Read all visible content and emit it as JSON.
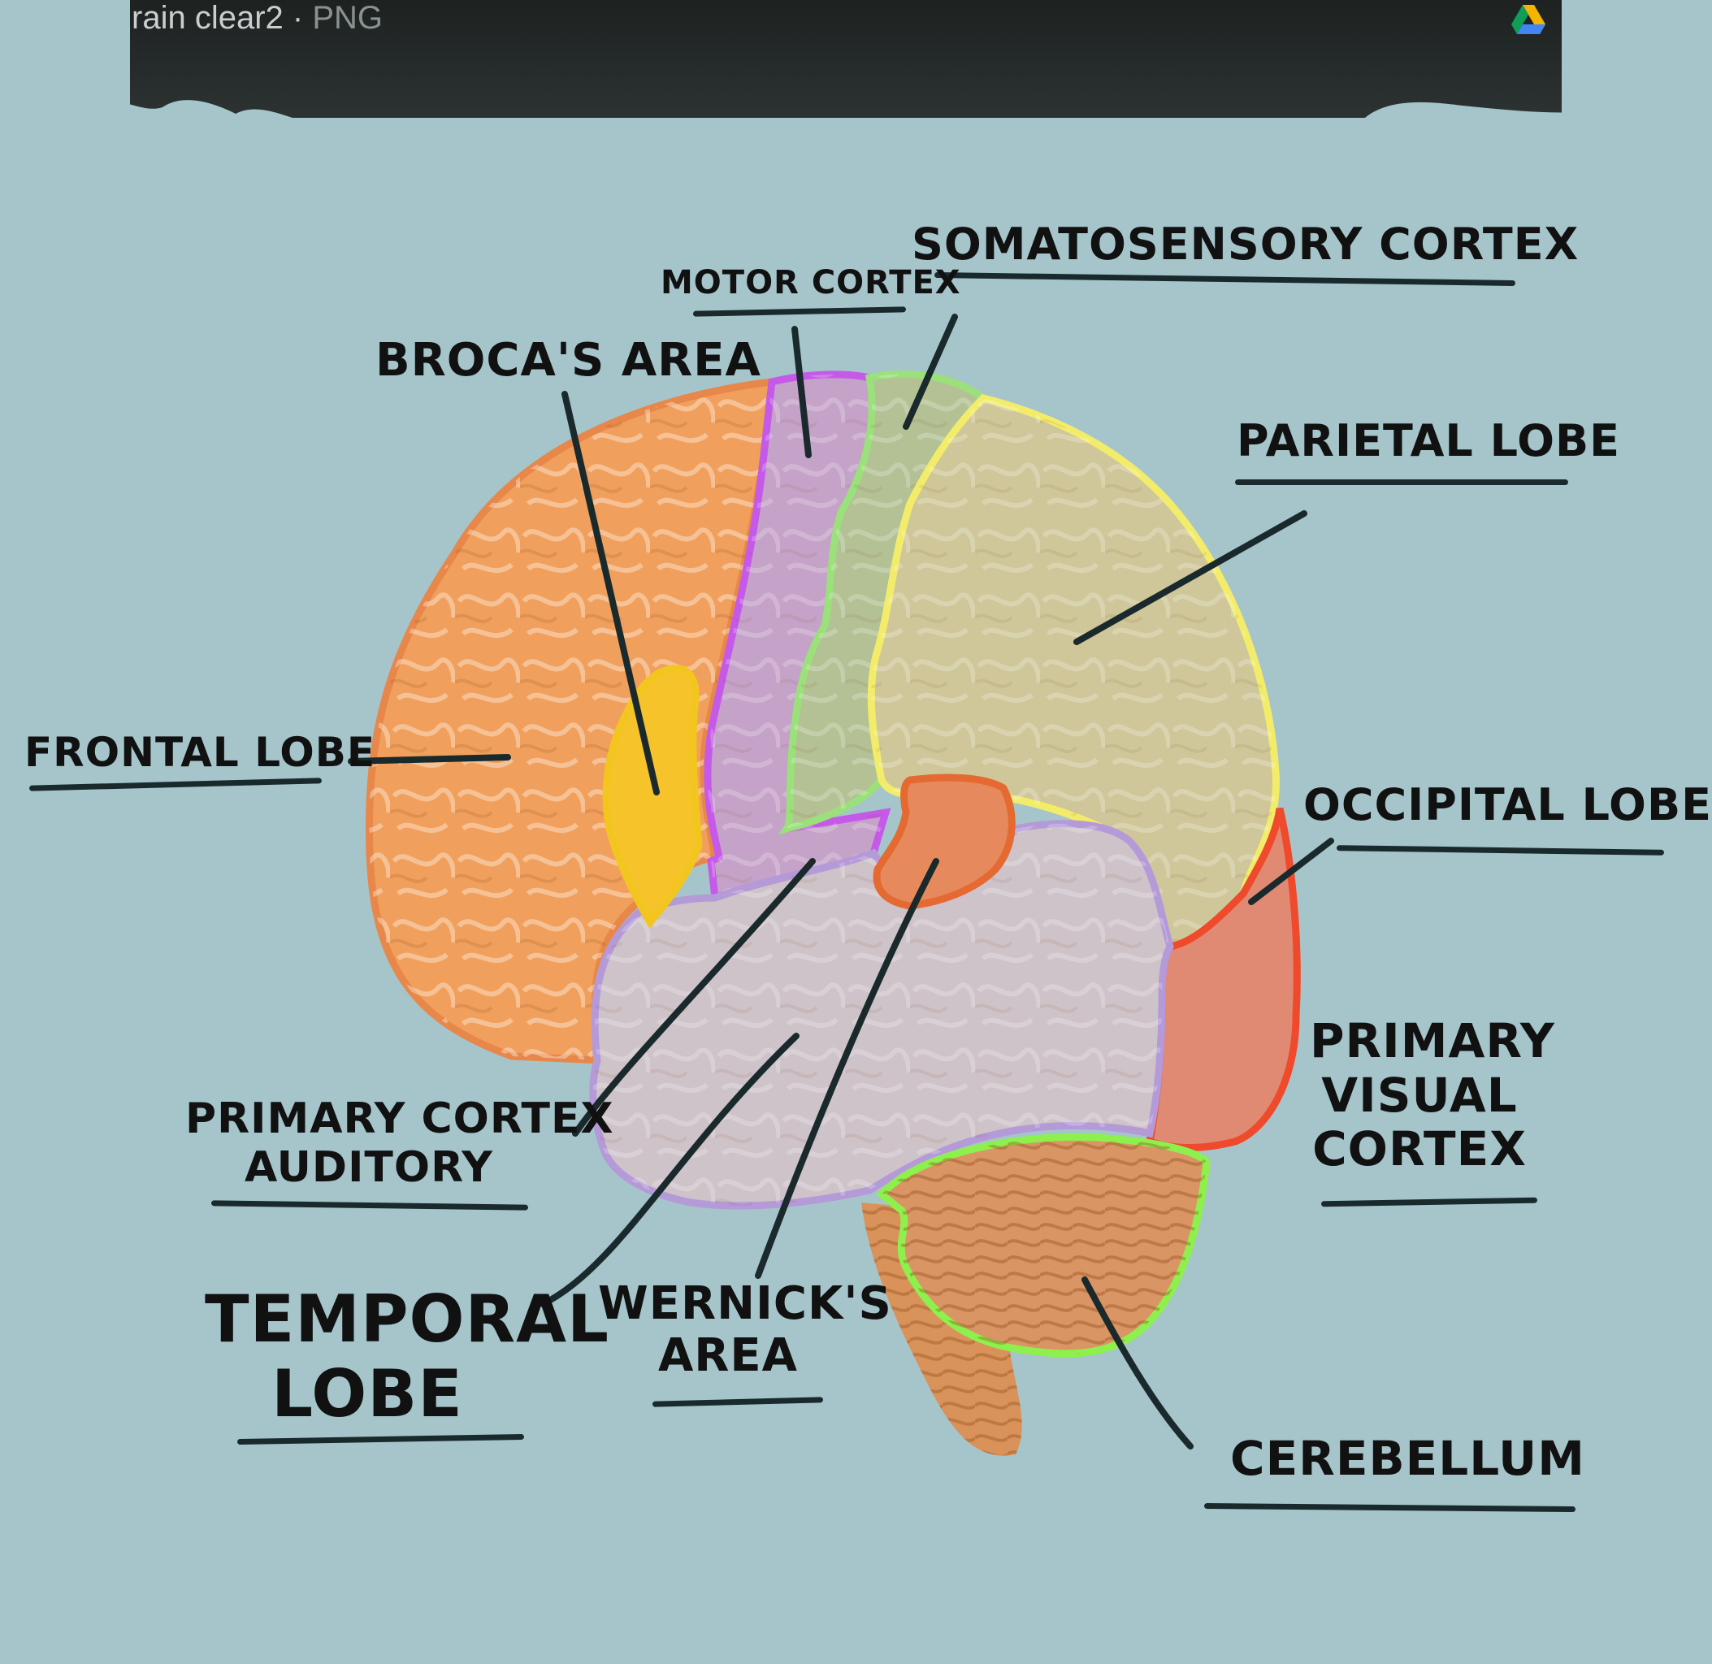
{
  "window": {
    "file_name": "rain clear2",
    "file_type": "PNG",
    "drive_icon": "google-drive-icon"
  },
  "labels": {
    "somatosensory_cortex": "SOMATOSENSORY CORTEX",
    "motor_cortex": "MOTOR CORTEX",
    "brocas_area": "BROCA'S AREA",
    "parietal_lobe": "PARIETAL LOBE",
    "frontal_lobe": "FRONTAL LOBE",
    "occipital_lobe": "OCCIPITAL LOBE",
    "primary_visual_cortex_1": "PRIMARY",
    "primary_visual_cortex_2": "VISUAL",
    "primary_visual_cortex_3": "CORTEX",
    "primary_cortex_auditory_1": "PRIMARY CORTEX",
    "primary_cortex_auditory_2": "AUDITORY",
    "temporal_lobe_1": "TEMPORAL",
    "temporal_lobe_2": "LOBE",
    "wernicks_area_1": "WERNICK'S",
    "wernicks_area_2": "AREA",
    "cerebellum": "CEREBELLUM"
  },
  "colors": {
    "background": "#a5c5cb",
    "frontal_lobe": "#e8874a",
    "motor_cortex": "#c65ae8",
    "somatosensory_cortex": "#9be07a",
    "parietal_lobe": "#f2ec6a",
    "occipital_lobe": "#ef4a2c",
    "temporal_lobe": "#b59ad8",
    "brocas_area": "#f3c51f",
    "wernicks_area": "#e56a32",
    "cerebellum": "#8ef04d"
  }
}
